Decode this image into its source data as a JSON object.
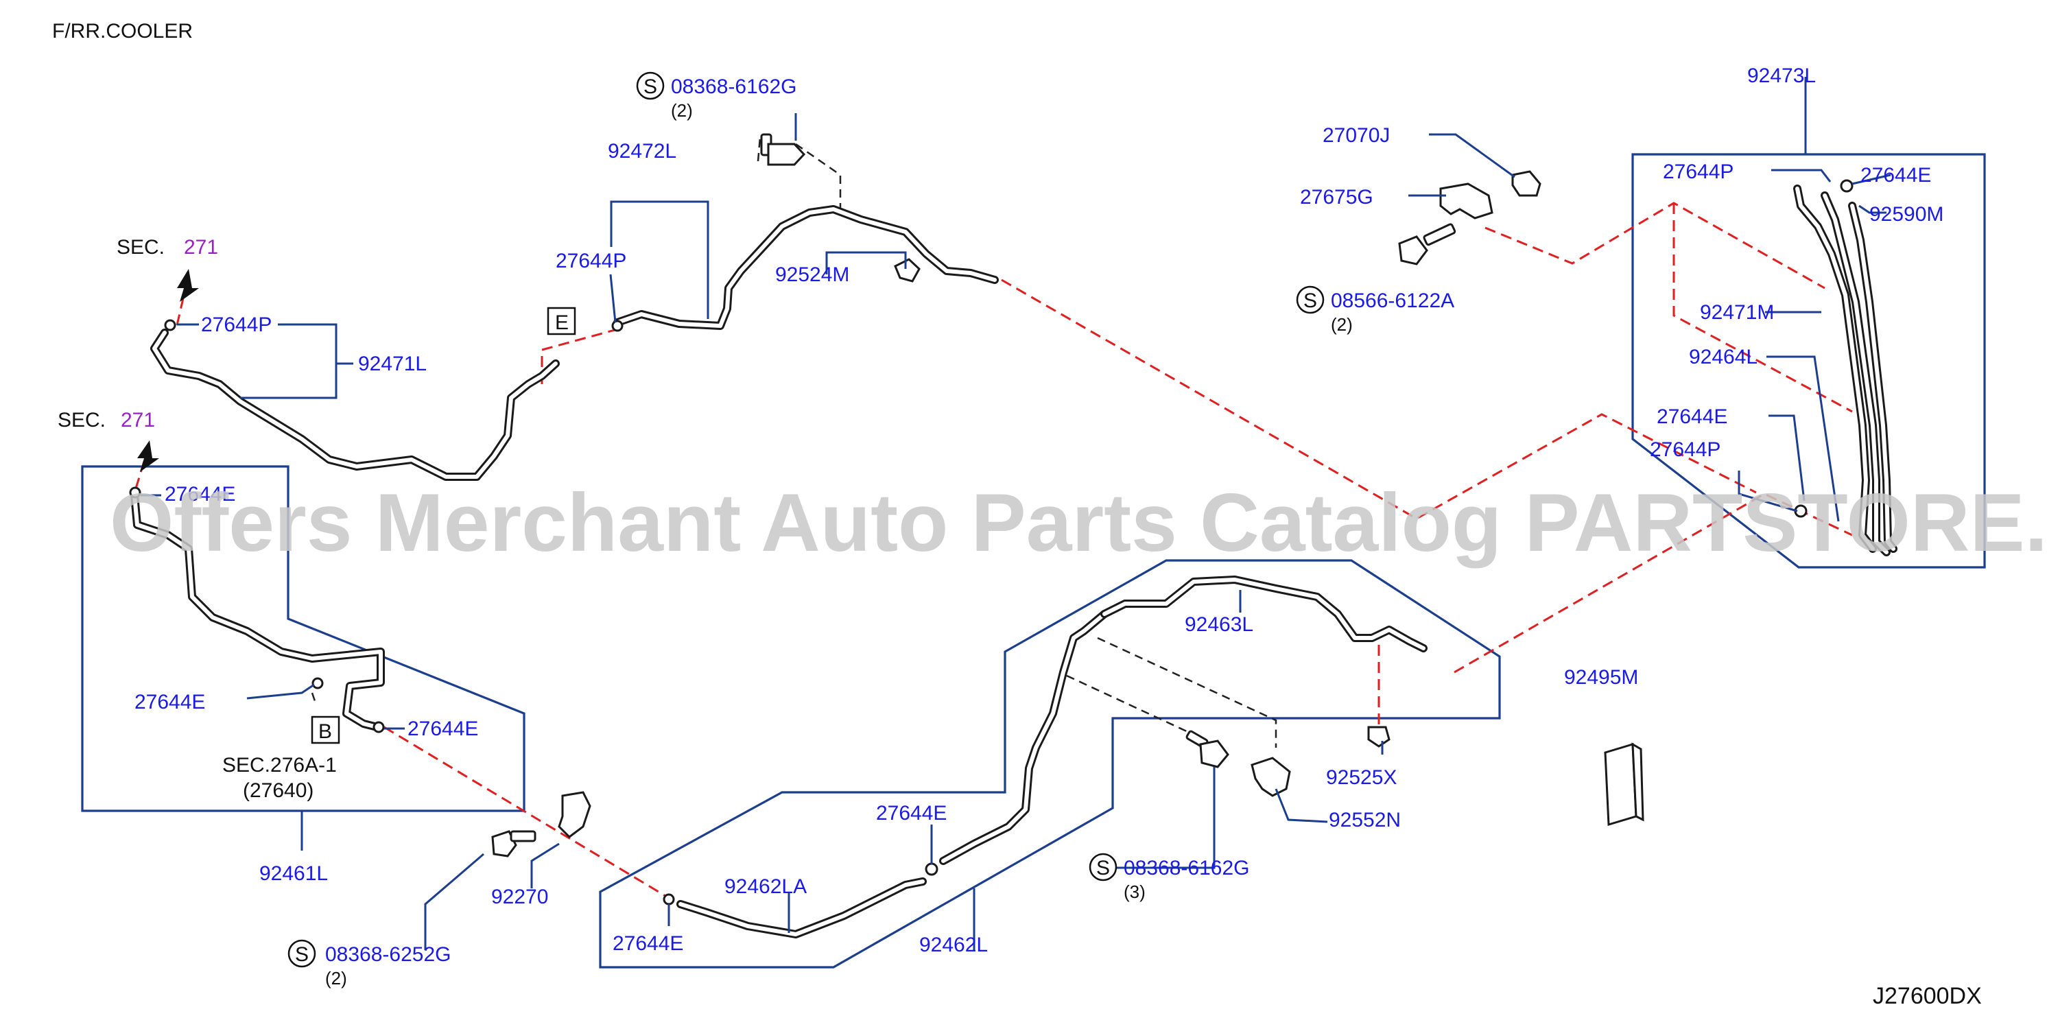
{
  "header": {
    "title": "F/RR.COOLER"
  },
  "diagram_code": "J27600DX",
  "watermark": "Offers Merchant Auto Parts Catalog PARTSTORE.SA",
  "sections": [
    {
      "prefix": "SEC.",
      "number": "271"
    },
    {
      "prefix": "SEC.",
      "number": "271"
    }
  ],
  "sec_276a": {
    "title": "SEC.276A-1",
    "sub": "(27640)"
  },
  "ref_marks": {
    "b": "B",
    "e": "E"
  },
  "s_symbol": "S",
  "parts": {
    "p92471L": "92471L",
    "p27644P_top": "27644P",
    "p27644E_box1": "27644E",
    "p27644E_left": "27644E",
    "p27644E_b": "27644E",
    "p92461L": "92461L",
    "p92270": "92270",
    "p08368_6252G": "08368-6252G",
    "q08368_6252G": "(2)",
    "p08368_6162G_top": "08368-6162G",
    "q08368_6162G_top": "(2)",
    "p92472L": "92472L",
    "p27644P_mid": "27644P",
    "p92524M": "92524M",
    "p27070J": "27070J",
    "p27675G": "27675G",
    "p08566_6122A": "08566-6122A",
    "q08566_6122A": "(2)",
    "p92473L": "92473L",
    "p27644P_r": "27644P",
    "p27644E_r": "27644E",
    "p92590M": "92590M",
    "p92471M": "92471M",
    "p92464L": "92464L",
    "p27644E_r2": "27644E",
    "p27644P_r2": "27644P",
    "p92463L": "92463L",
    "p92525X": "92525X",
    "p92552N": "92552N",
    "p08368_6162G_b": "08368-6162G",
    "q08368_6162G_b": "(3)",
    "p27644E_mid": "27644E",
    "p92462LA": "92462LA",
    "p27644E_bot": "27644E",
    "p92462L": "92462L",
    "p92495M": "92495M"
  }
}
